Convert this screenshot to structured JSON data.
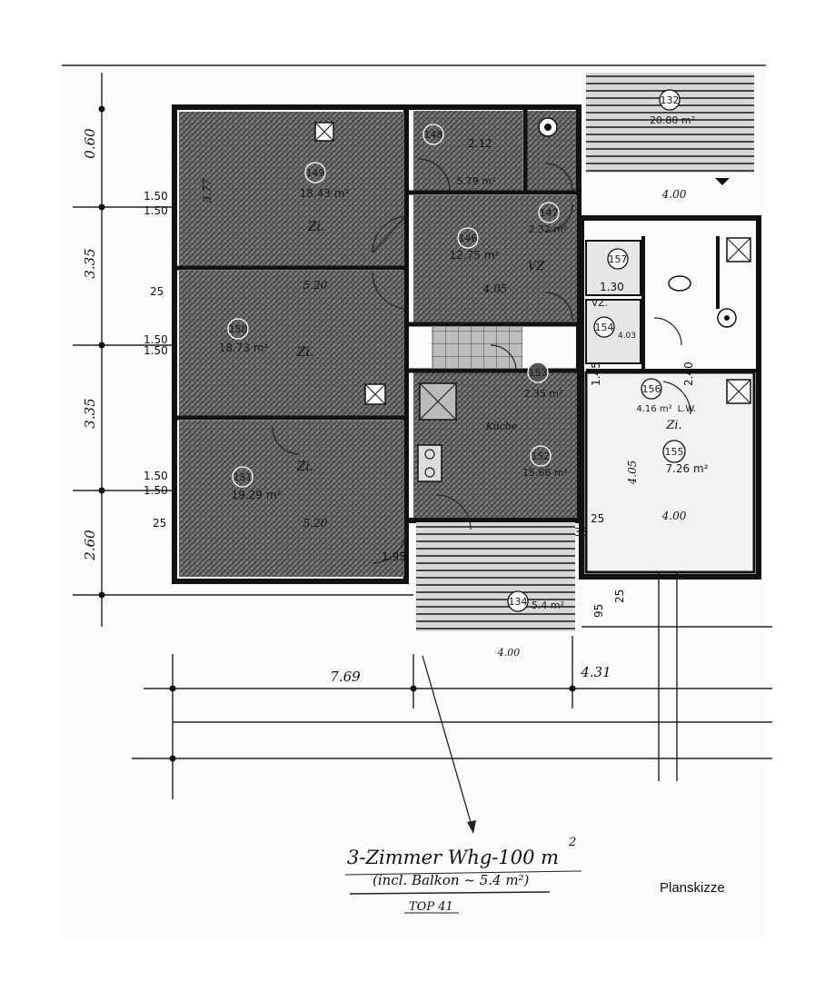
{
  "caption": {
    "main": "3-Zimmer Whg-100 m",
    "superscript": "2",
    "sub": "(incl. Balkon ~ 5.4 m²)",
    "top": "TOP 41"
  },
  "stamp_label": "Planskizze",
  "rooms": [
    {
      "number": "149",
      "type": "Zi.",
      "area": "18.43 m²"
    },
    {
      "number": "150",
      "type": "Zi.",
      "area": "18.73 m²"
    },
    {
      "number": "151",
      "type": "Zi.",
      "area": "19.29 m²"
    },
    {
      "number": "146",
      "type": "VZ",
      "area": "12.75 m²"
    },
    {
      "number": "147",
      "type": "",
      "area": "2.32 m²"
    },
    {
      "number": "148",
      "type": "",
      "area": "5.79 m²"
    },
    {
      "number": "152",
      "type": "Küche",
      "area": "15.66 m²"
    },
    {
      "number": "153",
      "type": "",
      "area": "2.35 m²"
    },
    {
      "number": "154",
      "type": "VZ.",
      "area": "4.03"
    },
    {
      "number": "155",
      "type": "Zi.",
      "area": "7.26 m²"
    },
    {
      "number": "156",
      "type": "L.W.",
      "area": "4.16 m²"
    },
    {
      "number": "157",
      "type": "",
      "area": ""
    },
    {
      "number": "134",
      "type": "",
      "area": "5.4 m²"
    },
    {
      "number": "132",
      "type": "",
      "area": "20.80 m²"
    }
  ],
  "dimensions": {
    "left": [
      "0.60",
      "3.35",
      "3.35",
      "2.60"
    ],
    "bottom": [
      "7.69",
      "4.31",
      "4.00"
    ],
    "widths": [
      "3.77",
      "5.20",
      "5.20",
      "4.05",
      "4.00",
      "4.05",
      "4.00"
    ],
    "small": [
      "1.50",
      "1.50",
      "1.50",
      "1.50",
      "1.50",
      "1.50",
      "25",
      "25",
      "25",
      "95",
      "25",
      "1.95",
      "2.12",
      "2.40",
      "1.45",
      "1.30",
      "35"
    ]
  }
}
